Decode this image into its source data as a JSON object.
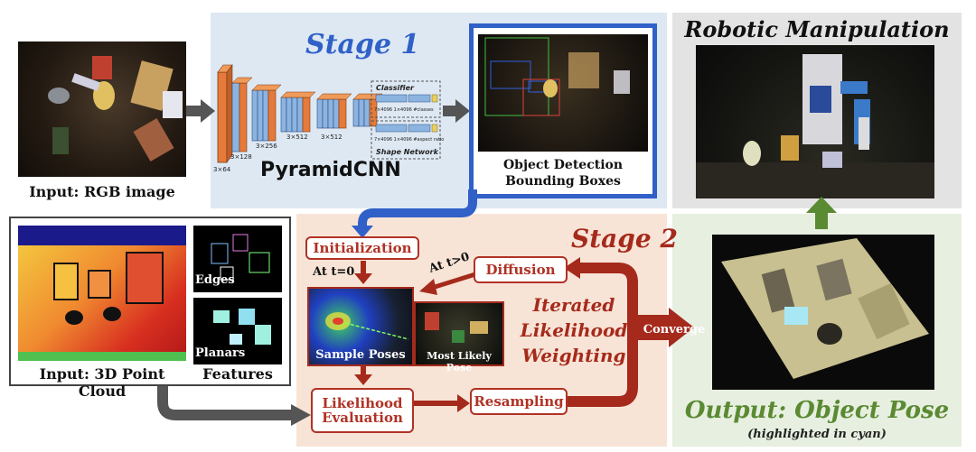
{
  "input_rgb": {
    "label": "Input: RGB image"
  },
  "stage1": {
    "title": "Stage 1",
    "network_title": "PyramidCNN",
    "layer_labels": [
      "3×64",
      "3×128",
      "3×256",
      "3×512",
      "3×512"
    ],
    "classifier_label": "Classifier",
    "classifier_dims": "7×4096 1×4096 #classes",
    "shape_network_label": "Shape Network",
    "shape_dims": "7×4096 1×4096 #aspect ratio",
    "detection_label_line1": "Object Detection",
    "detection_label_line2": "Bounding Boxes"
  },
  "robot": {
    "title": "Robotic Manipulation"
  },
  "input_3d": {
    "label": "Input: 3D Point Cloud",
    "features_label": "Features",
    "edges_label": "Edges",
    "planars_label": "Planars"
  },
  "stage2": {
    "title": "Stage 2",
    "initialization": "Initialization",
    "at_t0": "At t=0",
    "at_tgt0": "At t>0",
    "diffusion": "Diffusion",
    "sample_poses": "Sample Poses",
    "most_likely_pose": "Most Likely Pose",
    "iterated_line1": "Iterated",
    "iterated_line2": "Likelihood",
    "iterated_line3": "Weighting",
    "likelihood_line1": "Likelihood",
    "likelihood_line2": "Evaluation",
    "resampling": "Resampling",
    "converge": "Converge"
  },
  "output": {
    "title": "Output: Object Pose",
    "subtitle": "(highlighted in cyan)"
  },
  "colors": {
    "stage1_blue": "#3060c8",
    "stage2_red": "#a52a1c",
    "output_green": "#5a8a32",
    "arrow_gray": "#555555"
  }
}
